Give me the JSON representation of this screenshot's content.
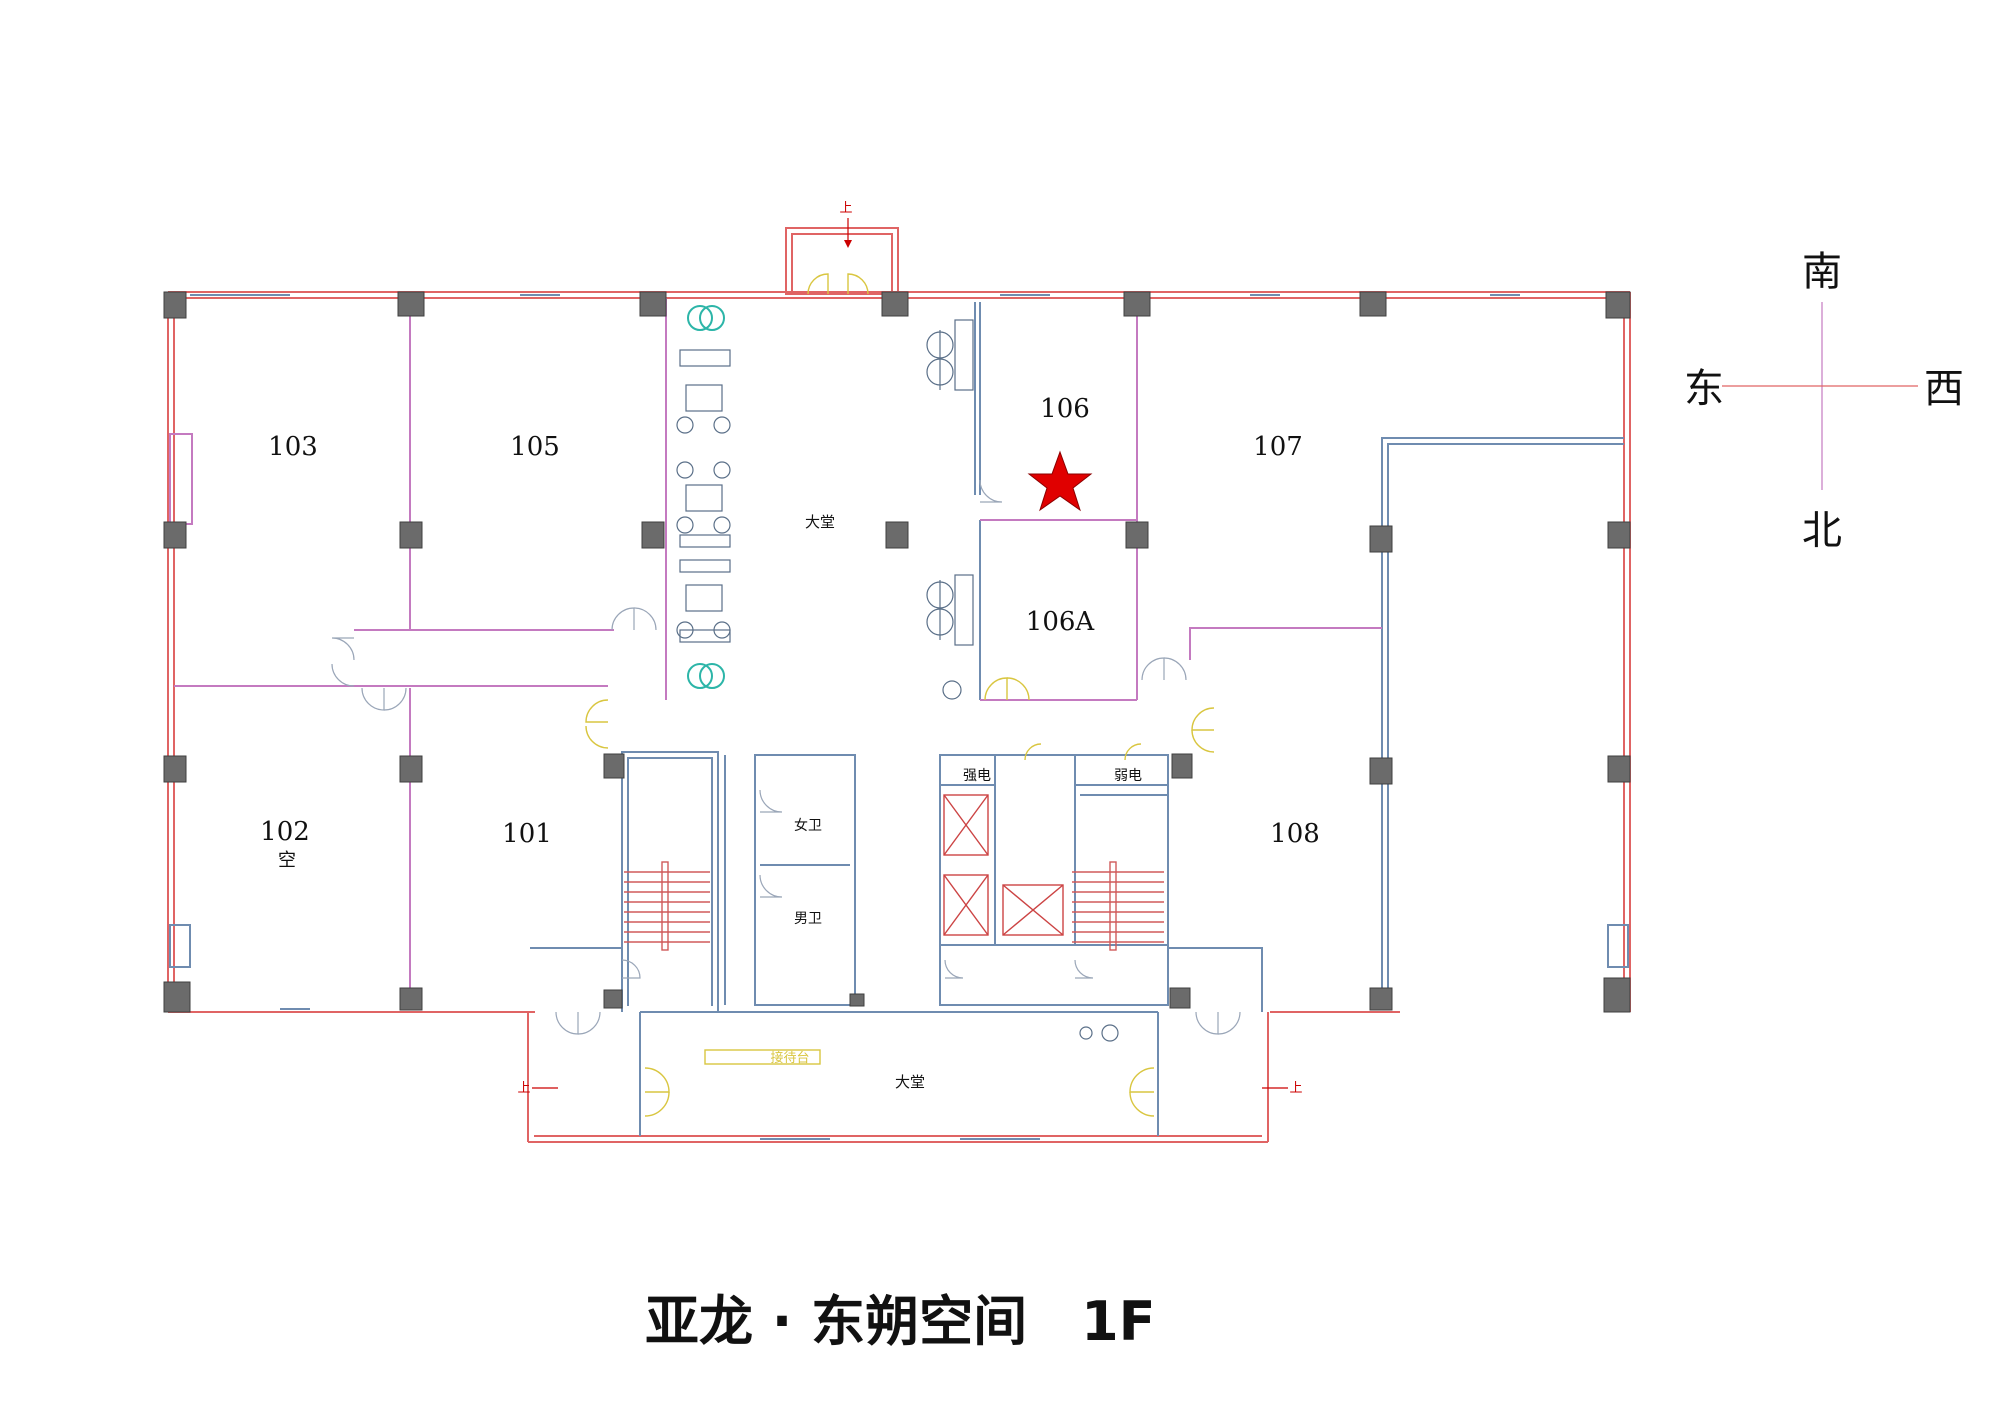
{
  "title": "亚龙 · 东朔空间　1F",
  "compass": {
    "north": "北",
    "south": "南",
    "east": "东",
    "west": "西"
  },
  "rooms": {
    "r103": "103",
    "r105": "105",
    "r106": "106",
    "r106a": "106A",
    "r107": "107",
    "r102": "102",
    "r102_status": "空",
    "r101": "101",
    "r108": "108"
  },
  "spaces": {
    "lobby_upper": "大堂",
    "lobby_lower": "大堂",
    "womens_restroom": "女卫",
    "mens_restroom": "男卫",
    "strong_current": "强电",
    "weak_current": "弱电",
    "reception": "接待台"
  },
  "stair_up": "上",
  "colors": {
    "outer_wall": "#e06464",
    "inner_wall": "#6f8cb0",
    "partition": "#c47ac0",
    "marker_star": "#e00000"
  },
  "marker": {
    "icon": "red-star-icon",
    "location": "106"
  }
}
